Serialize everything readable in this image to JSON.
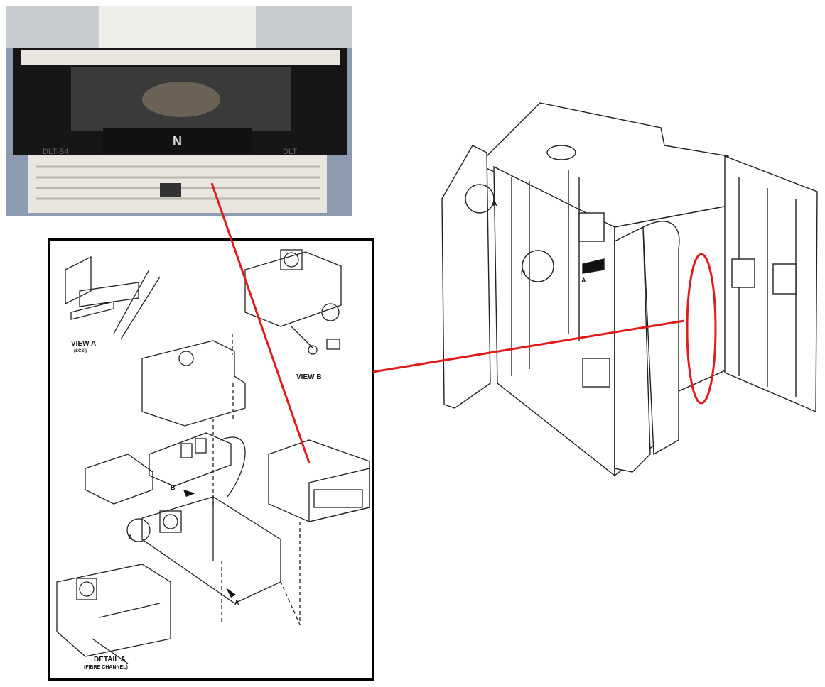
{
  "photo": {
    "model_label": "DLT-S4",
    "brand_logo": "DLT",
    "front_logo": "N"
  },
  "exploded_view": {
    "view_a_title": "VIEW A",
    "view_a_sub": "(SCSI)",
    "view_b_title": "VIEW B",
    "detail_a_title": "DETAIL A",
    "detail_a_sub": "(FIBRE CHANNEL)",
    "callout_a": "A",
    "callout_b": "B"
  },
  "library": {
    "callout_a": "A",
    "callout_b": "B"
  },
  "colors": {
    "highlight": "#e01b1b",
    "frame": "#000000"
  }
}
